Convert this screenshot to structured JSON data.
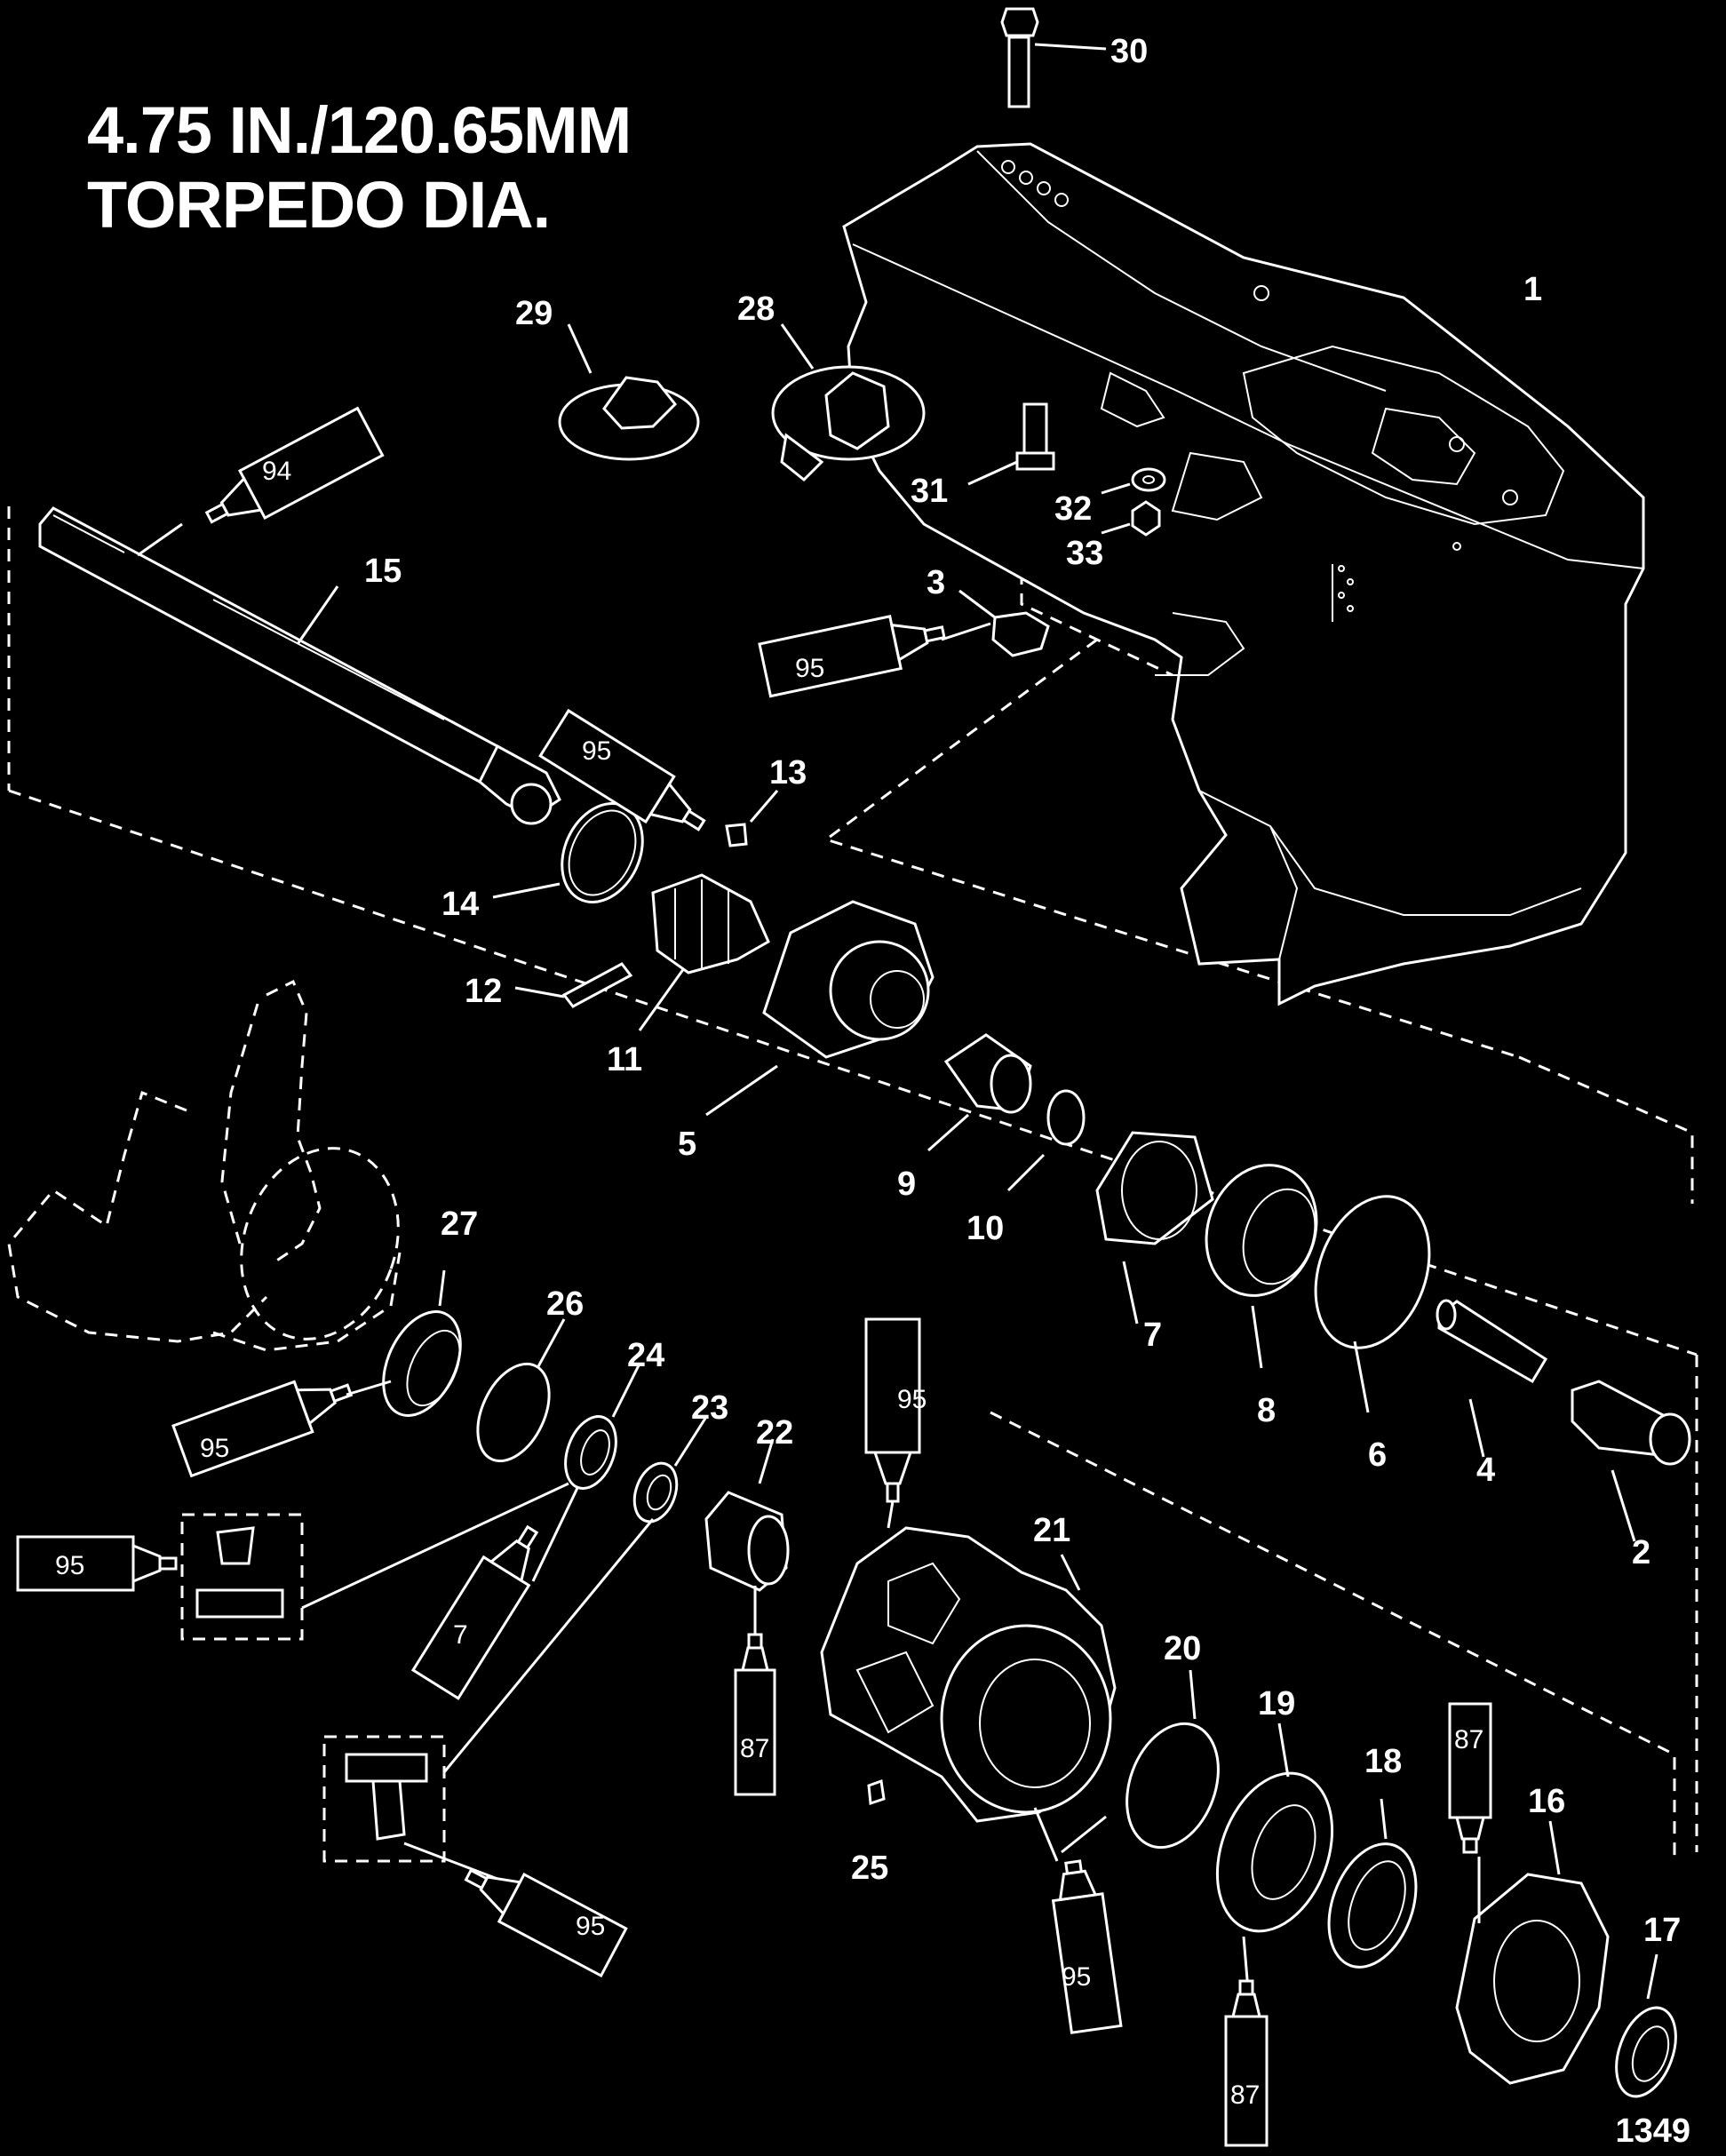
{
  "title": {
    "line1": "4.75 IN./120.65MM",
    "line2": "TORPEDO DIA."
  },
  "drawing_number": "1349",
  "callouts": [
    "1",
    "2",
    "3",
    "4",
    "5",
    "6",
    "7",
    "8",
    "9",
    "10",
    "11",
    "12",
    "13",
    "14",
    "15",
    "16",
    "17",
    "18",
    "19",
    "20",
    "21",
    "22",
    "23",
    "24",
    "25",
    "26",
    "27",
    "28",
    "29",
    "30",
    "31",
    "32",
    "33"
  ],
  "lubricant_labels": {
    "t94": "94",
    "t95a": "95",
    "t95b": "95",
    "t95c": "95",
    "t95d": "95",
    "t95e": "95",
    "t95f": "95",
    "t95g": "95",
    "t7": "7",
    "t87a": "87",
    "t87b": "87",
    "t87c": "87"
  }
}
